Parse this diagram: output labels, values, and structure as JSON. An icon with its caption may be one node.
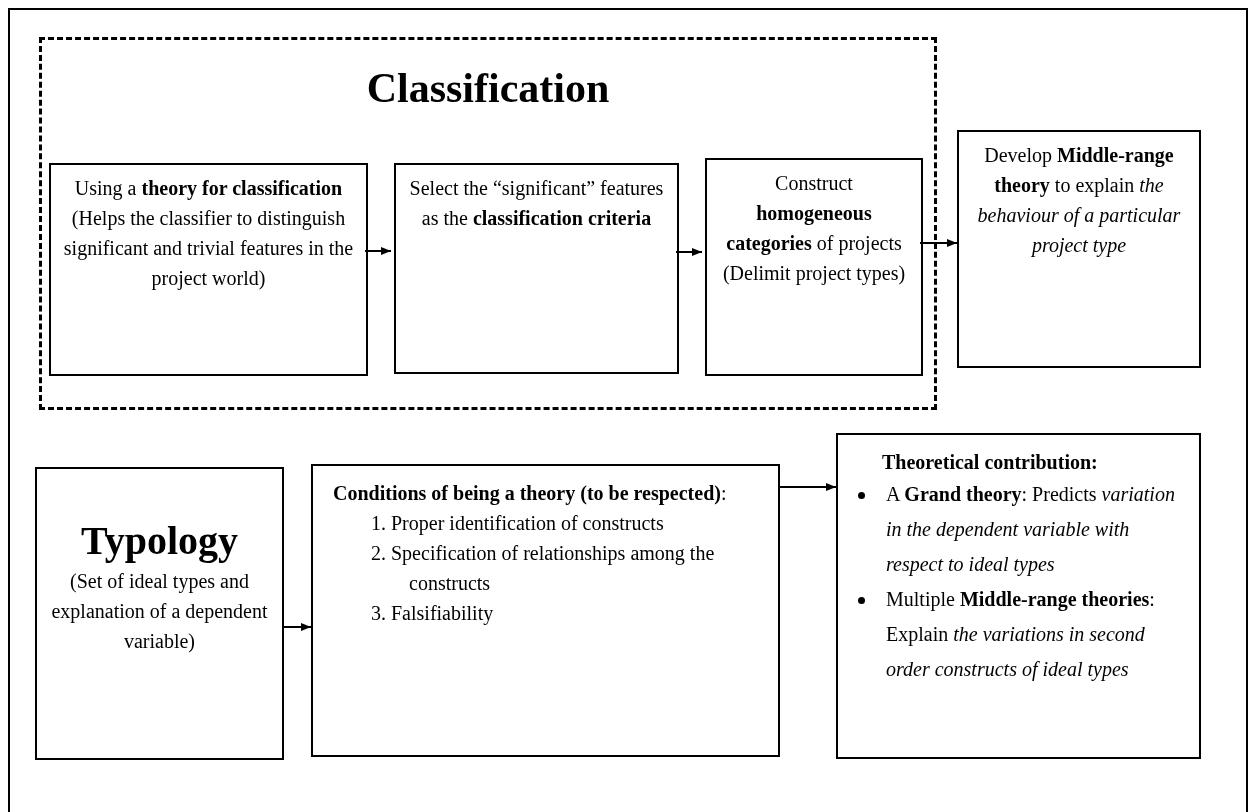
{
  "diagram": {
    "nodes": [
      {
        "text": [
          "Classification"
        ]
      },
      {
        "text": [
          "Using a **theory for classification**",
          "(Helps the classifier to distinguish significant and trivial features in the project world)"
        ],
        "in": 0
      },
      {
        "text": [
          "Select the “significant” features as the **classification criteria**"
        ],
        "in": 0
      },
      {
        "text": [
          "Construct **homogeneous categories** of projects (Delimit project types)"
        ],
        "in": 0
      },
      {
        "text": [
          "Develop **Middle-range theory** to explain *the behaviour of a particular project type*"
        ]
      },
      {
        "text": [
          "Typology",
          "(Set of ideal types and explanation of a dependent variable)"
        ]
      },
      {
        "text": [
          "**Conditions of being a theory (to be respected)**:",
          "1. Proper identification of constructs",
          "2. Specification of relationships among the constructs",
          "3. Falsifiability"
        ]
      },
      {
        "text": [
          "Theoretical contribution:",
          "A **Grand theory**: Predicts *variation in the dependent variable with respect to ideal types*",
          "Multiple **Middle-range theories**: Explain *the variations in second order constructs of ideal types*"
        ]
      }
    ],
    "edges": [
      {
        "from": 1,
        "to": 2,
        "arrow": "to"
      },
      {
        "from": 2,
        "to": 3,
        "arrow": "to"
      },
      {
        "from": 3,
        "to": 4,
        "arrow": "to"
      },
      {
        "from": 5,
        "to": 6,
        "arrow": "to"
      },
      {
        "from": 6,
        "to": 7,
        "arrow": "to"
      }
    ]
  }
}
